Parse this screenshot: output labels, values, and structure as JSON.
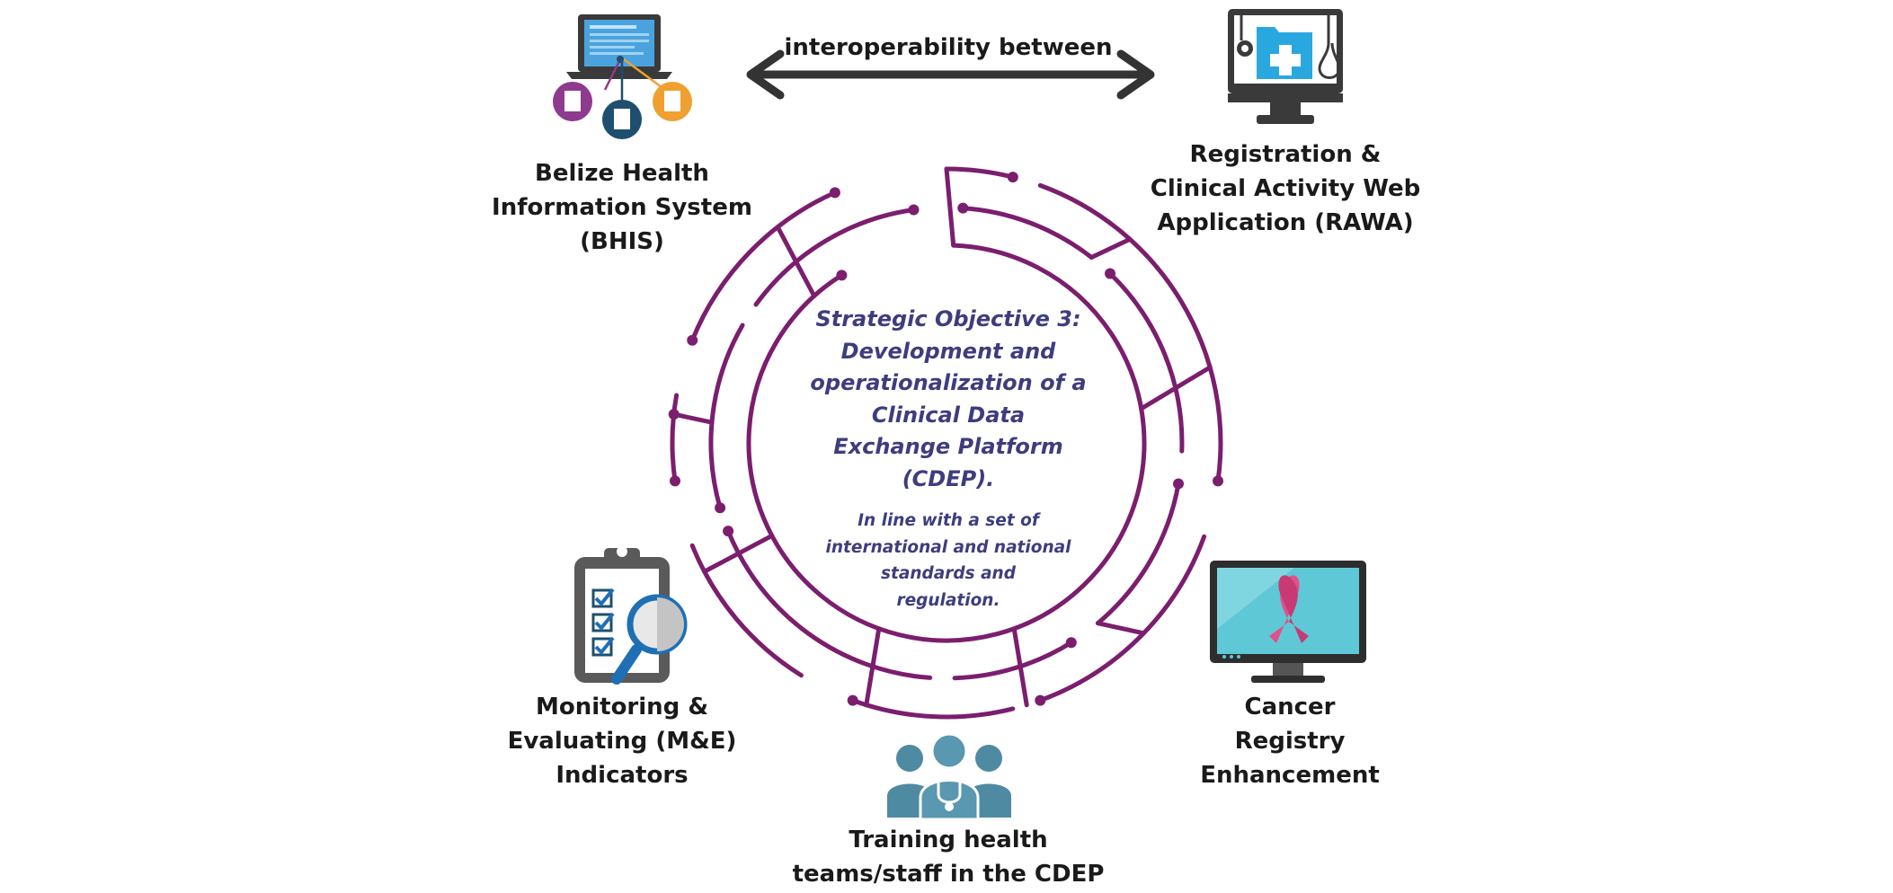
{
  "colors": {
    "ring": "#7b1e6e",
    "center_text": "#3d3d7e",
    "label_text": "#1a1a1a",
    "arrow": "#333333",
    "purple_node": "#8e3a8e",
    "navy_node": "#1f4f6e",
    "orange_node": "#f0a030",
    "screen_blue": "#4aa3df",
    "folder_blue": "#29a8e0",
    "teal_screen": "#5fc8d6",
    "ribbon_pink": "#e0508a",
    "people_blue": "#4f8aa3",
    "magnifier_blue": "#1f6fb5",
    "device_gray": "#4a4a4a"
  },
  "arrow": {
    "label": "interoperability between"
  },
  "center": {
    "title_lines": [
      "Strategic Objective 3:",
      "Development and",
      "operationalization of a",
      "Clinical Data",
      "Exchange Platform",
      "(CDEP)."
    ],
    "subtitle_lines": [
      "In line with a set of",
      "international and national",
      "standards and",
      "regulation."
    ]
  },
  "nodes": {
    "bhis": {
      "icon": "laptop-network-icon",
      "lines": [
        "Belize Health",
        "Information System",
        "(BHIS)"
      ]
    },
    "rawa": {
      "icon": "monitor-medical-folder-icon",
      "lines": [
        "Registration &",
        "Clinical Activity Web",
        "Application (RAWA)"
      ]
    },
    "me": {
      "icon": "clipboard-magnifier-icon",
      "lines": [
        "Monitoring &",
        "Evaluating (M&E)",
        "Indicators"
      ]
    },
    "training": {
      "icon": "health-team-icon",
      "lines": [
        "Training health",
        "teams/staff in the CDEP"
      ]
    },
    "cancer": {
      "icon": "monitor-ribbon-icon",
      "lines": [
        "Cancer",
        "Registry",
        "Enhancement"
      ]
    }
  }
}
